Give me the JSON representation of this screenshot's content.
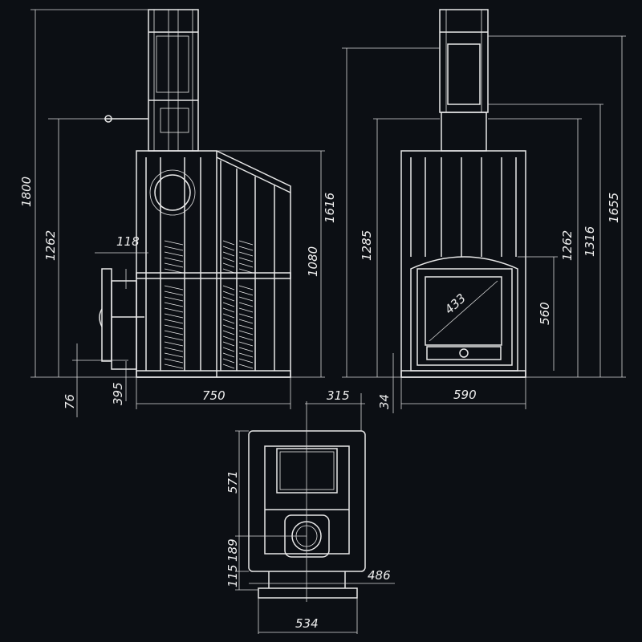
{
  "views": {
    "side": {
      "dimensions": {
        "height_total": "1800",
        "height_tank": "1262",
        "door_offset": "118",
        "height_body_top": "1616",
        "height_body": "1080",
        "base_height": "76",
        "door_bottom": "395",
        "width": "750"
      }
    },
    "front": {
      "dimensions": {
        "height_1285": "1285",
        "glass_diag": "433",
        "door_height": "560",
        "height_1262": "1262",
        "height_1316": "1316",
        "height_1655": "1655",
        "base_height": "34",
        "width": "590",
        "flue_offset": "315"
      }
    },
    "top": {
      "dimensions": {
        "depth": "571",
        "flue_pos": "189",
        "door_depth": "115",
        "inner_width": "486",
        "outer_width": "534"
      }
    }
  },
  "colors": {
    "background": "#0c0f14",
    "lines": "#e8e8e8"
  }
}
